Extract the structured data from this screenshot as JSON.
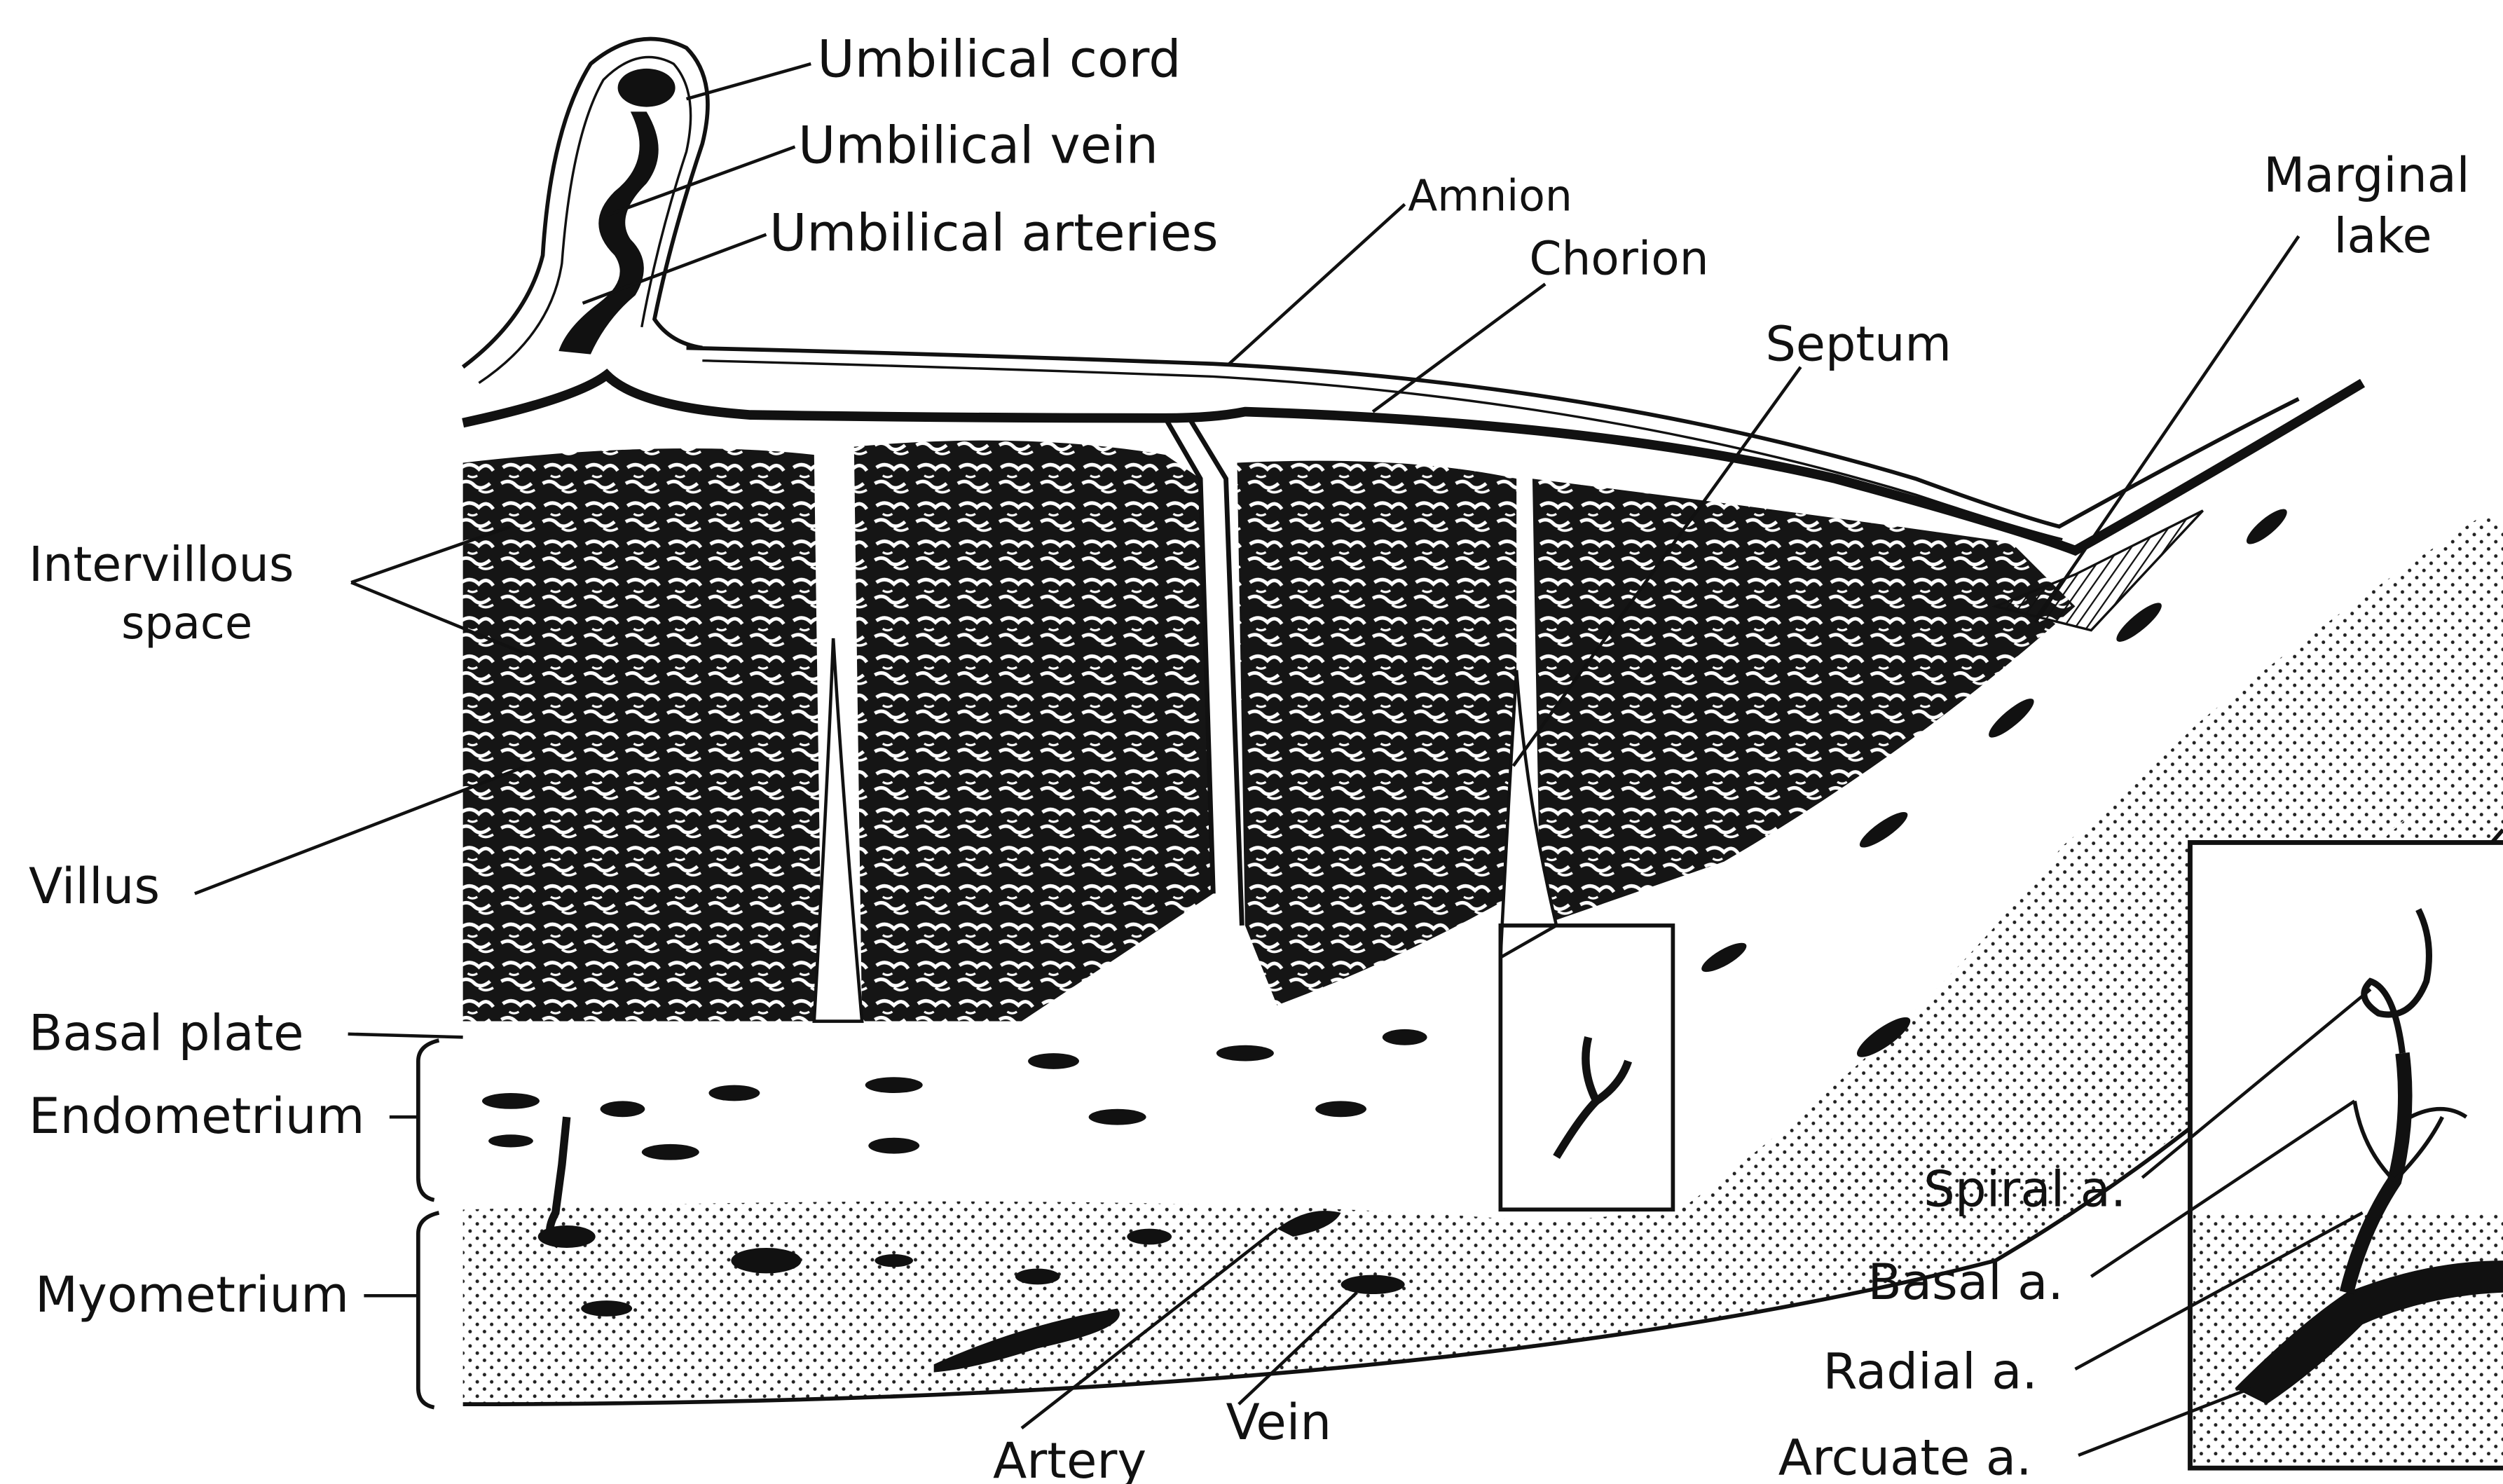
{
  "labels": {
    "umbilical_cord": "Umbilical cord",
    "umbilical_vein": "Umbilical vein",
    "umbilical_arteries": "Umbilical arteries",
    "amnion": "Amnion",
    "chorion": "Chorion",
    "septum": "Septum",
    "marginal_lake_line1": "Marginal",
    "marginal_lake_line2": "lake",
    "intervillous_space_line1": "Intervillous",
    "intervillous_space_line2": "space",
    "villus": "Villus",
    "basal_plate": "Basal plate",
    "endometrium": "Endometrium",
    "myometrium": "Myometrium",
    "artery": "Artery",
    "vein": "Vein",
    "spiral_a": "Spiral a.",
    "basal_a": "Basal a.",
    "radial_a": "Radial a.",
    "arcuate_a": "Arcuate a."
  },
  "colors": {
    "ink": "#111111",
    "paper": "#ffffff",
    "stipple": "#222222"
  }
}
